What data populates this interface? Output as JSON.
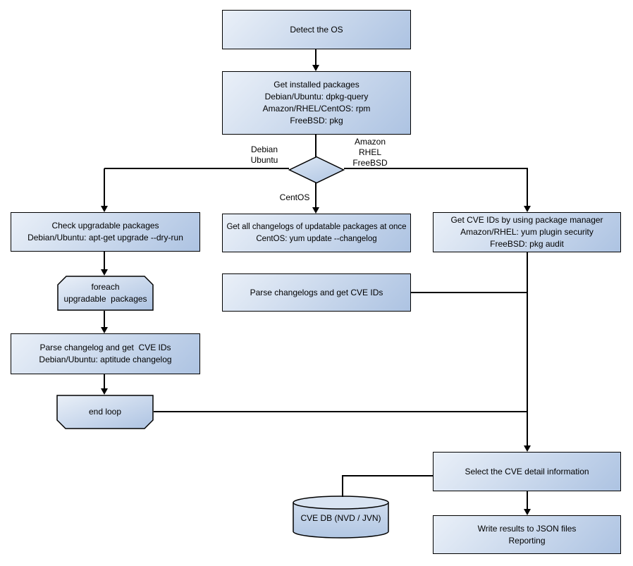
{
  "diagram": {
    "nodes": {
      "detect_os": {
        "label": "Detect the OS"
      },
      "get_installed_packages": {
        "label": "Get installed packages\nDebian/Ubuntu: dpkg-query\nAmazon/RHEL/CentOS: rpm\nFreeBSD: pkg"
      },
      "check_upgradable": {
        "label": "Check upgradable packages\nDebian/Ubuntu: apt-get upgrade --dry-run"
      },
      "foreach_loop": {
        "label": "foreach\nupgradable  packages"
      },
      "parse_changelog_debian": {
        "label": "Parse changelog and get  CVE IDs\nDebian/Ubuntu: aptitude changelog"
      },
      "end_loop": {
        "label": "end loop"
      },
      "get_all_changelogs": {
        "label": "Get all changelogs of updatable packages at once\nCentOS: yum update --changelog"
      },
      "parse_changelogs_centos": {
        "label": "Parse changelogs and get CVE IDs"
      },
      "get_cve_ids_pkg_manager": {
        "label": "Get CVE IDs by using package manager\nAmazon/RHEL: yum plugin security\nFreeBSD: pkg audit"
      },
      "select_cve_detail": {
        "label": "Select the CVE detail information"
      },
      "write_results": {
        "label": "Write results to JSON files\nReporting"
      },
      "cve_db": {
        "label": "CVE DB (NVD / JVN)"
      }
    },
    "edge_labels": {
      "debian_ubuntu": "Debian\nUbuntu",
      "amazon_rhel_freebsd": "Amazon\nRHEL\nFreeBSD",
      "centos": "CentOS"
    },
    "colors": {
      "node_fill_light": "#eaf0f8",
      "node_fill_dark": "#adc3e2",
      "diamond_fill_light": "#dde7f4",
      "diamond_fill_dark": "#b7cbe6",
      "cylinder_top": "#d9e4f2",
      "cylinder_fill_light": "#cfdcee",
      "cylinder_fill_dark": "#b2c7e3",
      "border": "#000000",
      "connector": "#000000",
      "text": "#000000",
      "background": "#ffffff"
    }
  }
}
